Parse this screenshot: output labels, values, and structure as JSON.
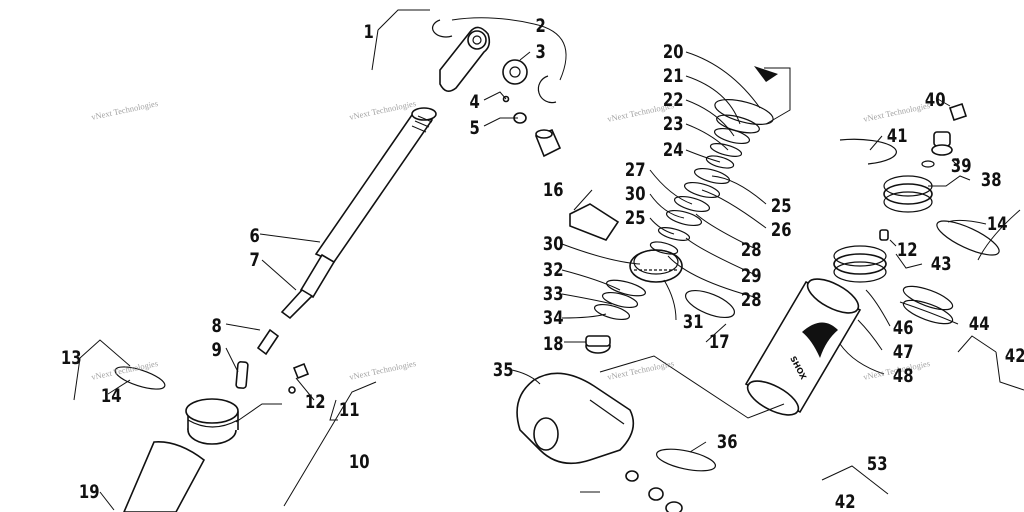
{
  "watermark": "vNext Technologies",
  "body_brand": "SHOX",
  "callouts": [
    "1",
    "2",
    "3",
    "4",
    "5",
    "6",
    "7",
    "8",
    "9",
    "10",
    "11",
    "12",
    "12",
    "13",
    "14",
    "14",
    "16",
    "17",
    "18",
    "19",
    "20",
    "21",
    "22",
    "23",
    "24",
    "25",
    "25",
    "26",
    "27",
    "28",
    "28",
    "29",
    "30",
    "30",
    "31",
    "32",
    "33",
    "34",
    "35",
    "36",
    "38",
    "39",
    "40",
    "41",
    "42",
    "42",
    "43",
    "44",
    "46",
    "47",
    "48",
    "53"
  ]
}
